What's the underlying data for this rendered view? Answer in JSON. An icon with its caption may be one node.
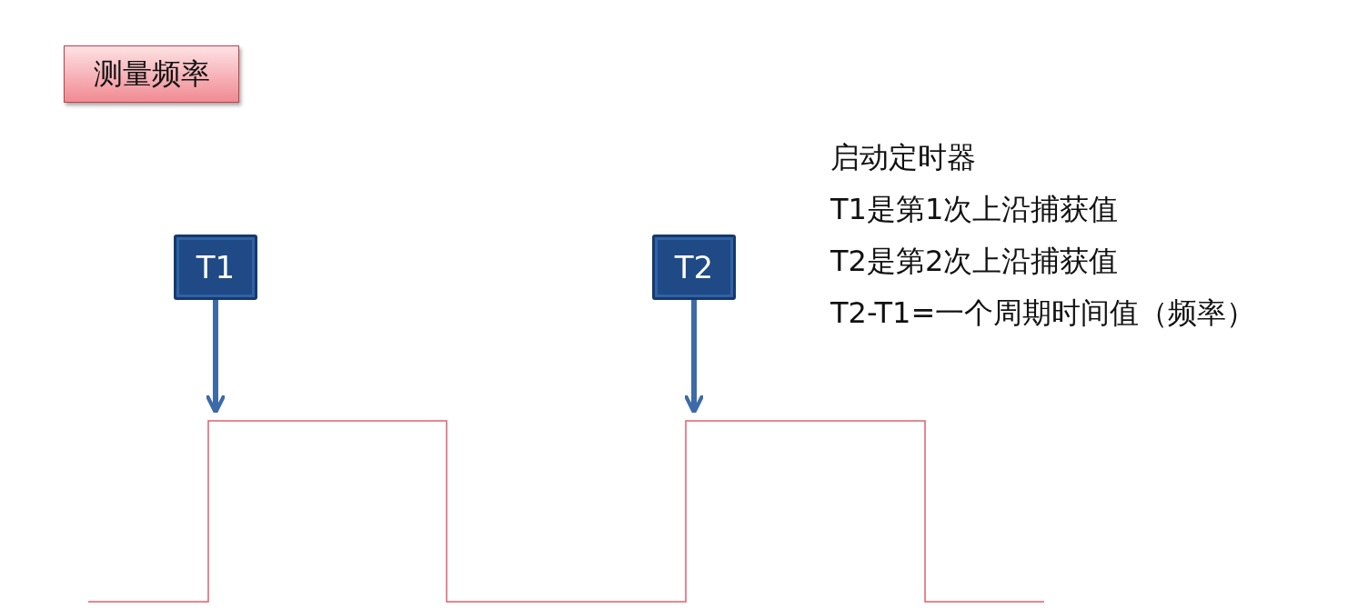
{
  "diagram": {
    "title": "测量频率",
    "nodes": [
      {
        "text": [
          "T1"
        ]
      },
      {
        "text": [
          "T2"
        ]
      }
    ],
    "edges": [
      {
        "from": 0,
        "to": null,
        "arrow": "to"
      },
      {
        "from": 1,
        "to": null,
        "arrow": "to"
      }
    ],
    "labels": [
      "启动定时器",
      "T1是第1次上沿捕获值",
      "T2是第2次上沿捕获值",
      "T2-T1=一个周期时间值（频率）"
    ]
  }
}
